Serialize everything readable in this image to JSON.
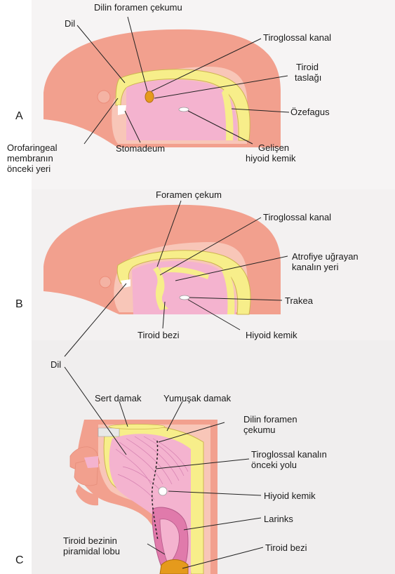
{
  "panels": {
    "a": {
      "letter": "A",
      "labels": {
        "foramen": "Dilin foramen çekumu",
        "dil": "Dil",
        "tiroglossal": "Tiroglossal kanal",
        "tiroid_1": "Tiroid",
        "tiroid_2": "taslağı",
        "ozefagus": "Özefagus",
        "oro_1": "Orofaringeal",
        "oro_2": "membranın",
        "oro_3": "önceki yeri",
        "stomadeum": "Stomadeum",
        "hiyoid_1": "Gelişen",
        "hiyoid_2": "hiyoid kemik"
      }
    },
    "b": {
      "letter": "B",
      "labels": {
        "foramen": "Foramen çekum",
        "tiroglossal": "Tiroglossal kanal",
        "atrofiye_1": "Atrofiye uğrayan",
        "atrofiye_2": "kanalın yeri",
        "trakea": "Trakea",
        "tiroid": "Tiroid bezi",
        "hiyoid": "Hiyoid kemik"
      }
    },
    "c": {
      "letter": "C",
      "labels": {
        "dil": "Dil",
        "sert": "Sert damak",
        "yumusak": "Yumuşak damak",
        "foramen_1": "Dilin foramen",
        "foramen_2": "çekumu",
        "kanal_1": "Tiroglossal kanalın",
        "kanal_2": "önceki yolu",
        "hiyoid": "Hiyoid kemik",
        "larinks": "Larinks",
        "piramidal_1": "Tiroid bezinin",
        "piramidal_2": "piramidal lobu",
        "tiroid": "Tiroid bezi"
      }
    }
  },
  "colors": {
    "embryo_outer": "#f2a08e",
    "embryo_inner": "#f8c6b8",
    "endoderm_pink": "#f4b3cf",
    "yellow": "#f7ee8a",
    "thyroid_orange": "#e59a1c",
    "background_gray": "#f4f2f2"
  }
}
